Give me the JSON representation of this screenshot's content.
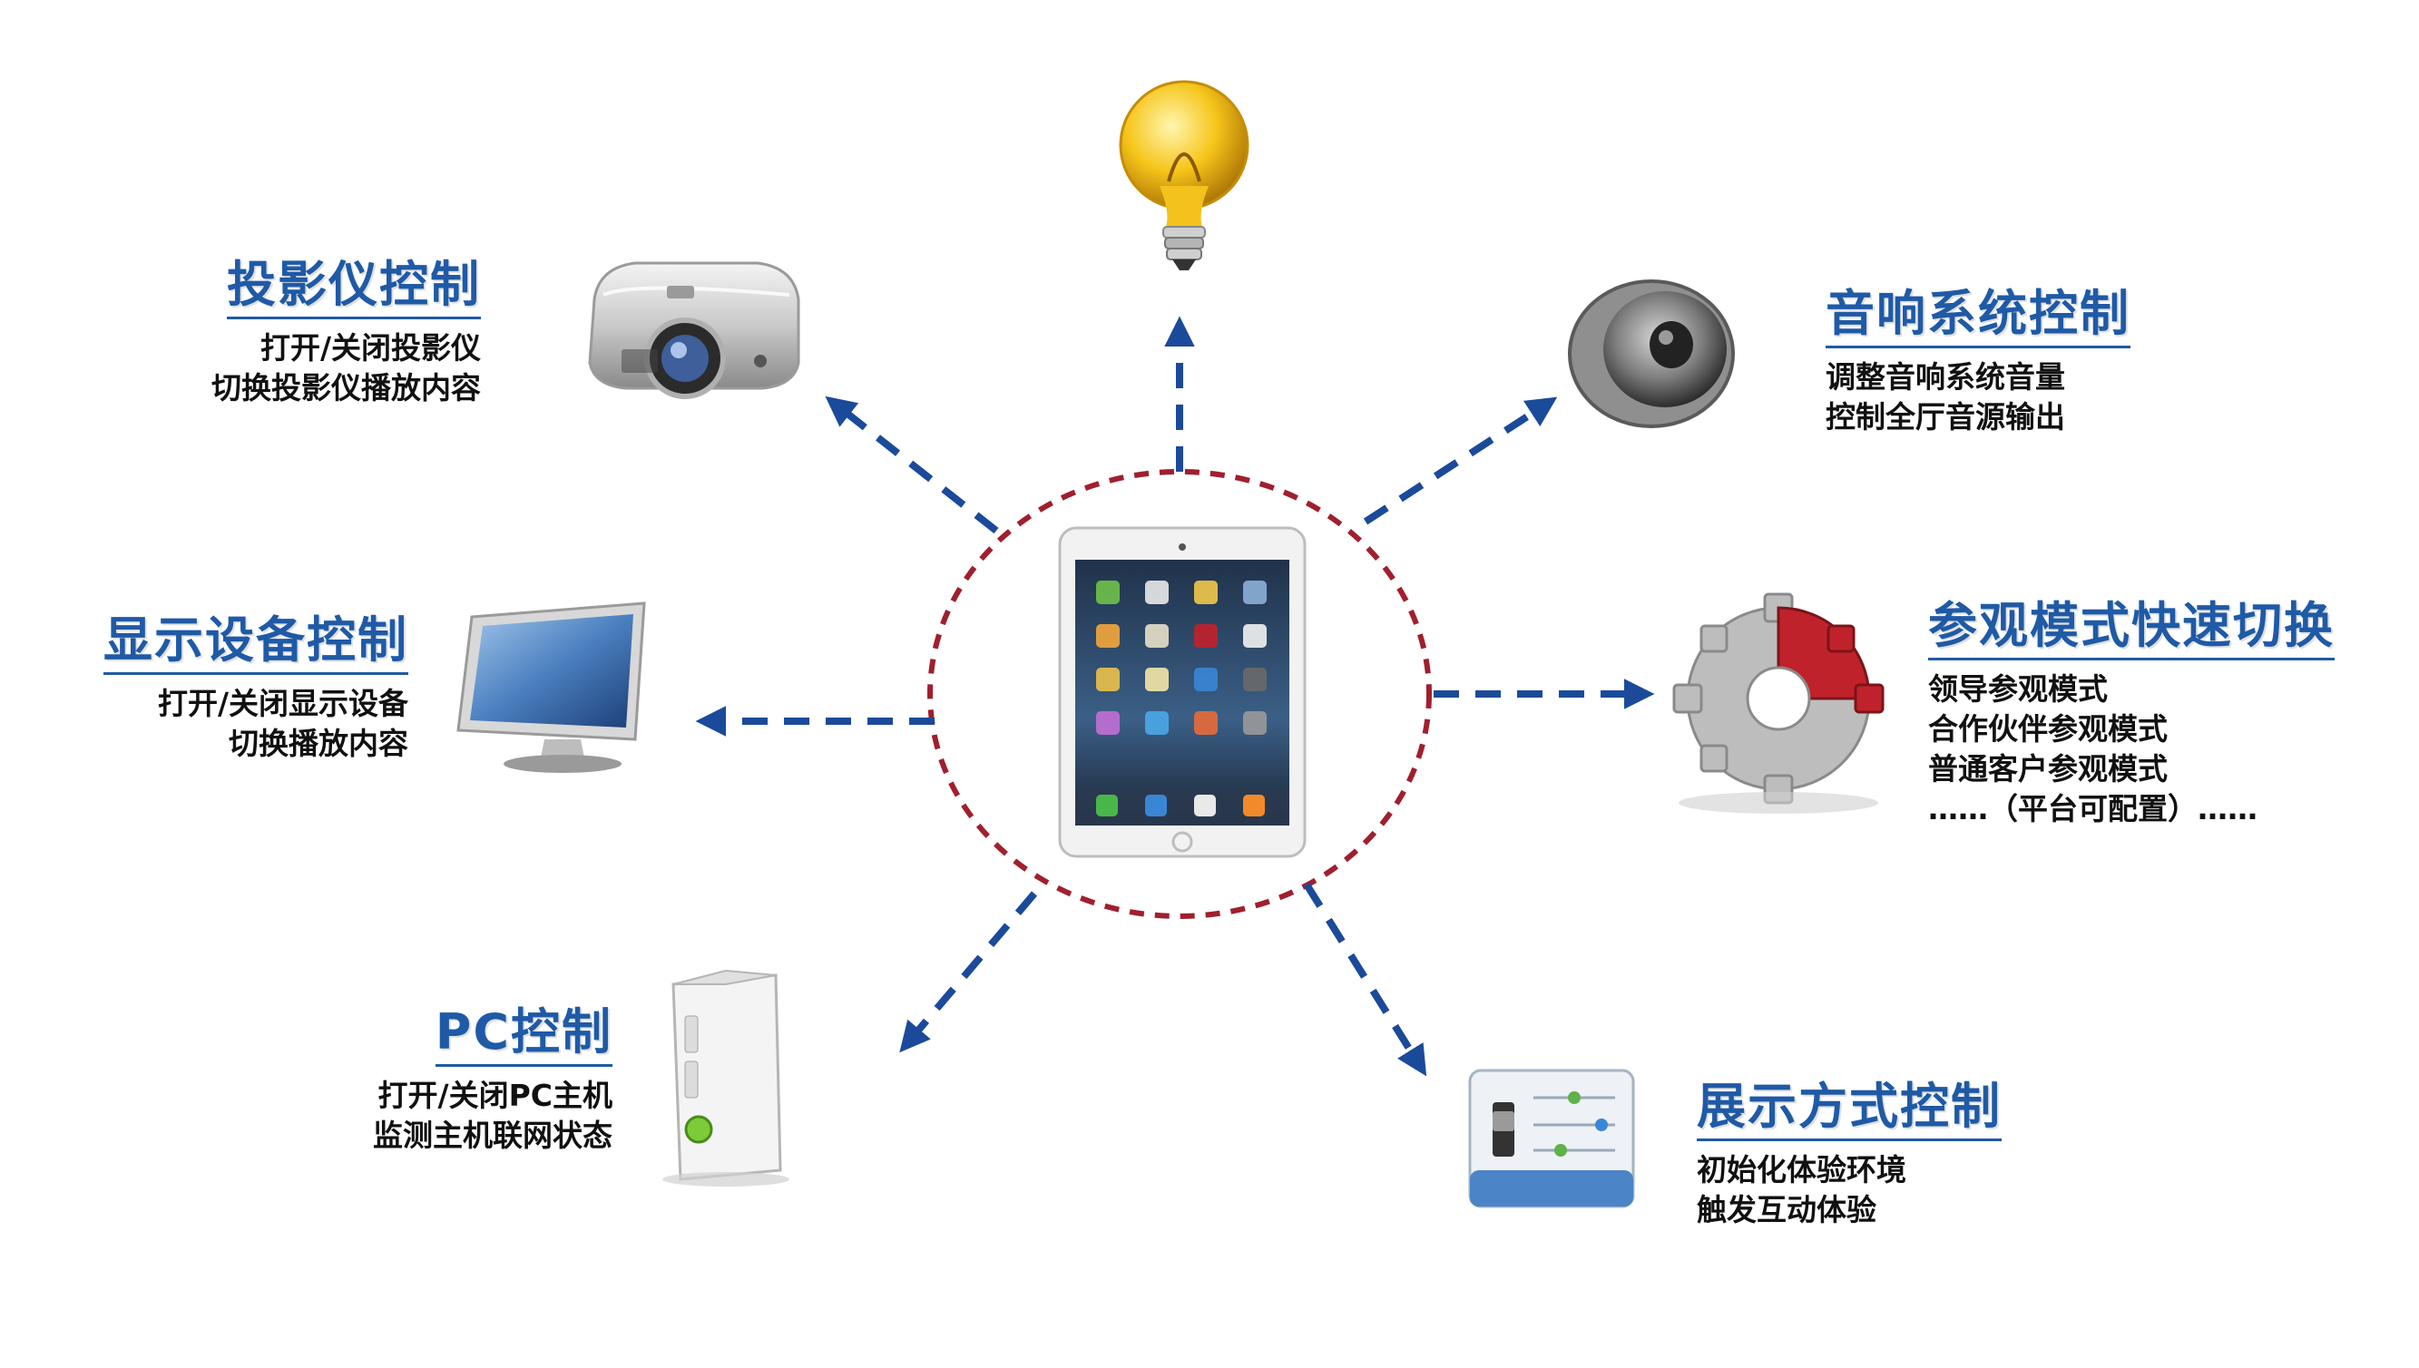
{
  "nodes": {
    "projector": {
      "title": "投影仪控制",
      "lines": [
        "打开/关闭投影仪",
        "切换投影仪播放内容"
      ]
    },
    "display": {
      "title": "显示设备控制",
      "lines": [
        "打开/关闭显示设备",
        "切换播放内容"
      ]
    },
    "pc": {
      "title": "PC控制",
      "lines": [
        "打开/关闭PC主机",
        "监测主机联网状态"
      ]
    },
    "audio": {
      "title": "音响系统控制",
      "lines": [
        "调整音响系统音量",
        "控制全厅音源输出"
      ]
    },
    "mode": {
      "title": "参观模式快速切换",
      "lines": [
        "领导参观模式",
        "合作伙伴参观模式",
        "普通客户参观模式",
        "……（平台可配置）……"
      ]
    },
    "show": {
      "title": "展示方式控制",
      "lines": [
        "初始化体验环境",
        "触发互动体验"
      ]
    }
  },
  "icons": {
    "center": "tablet-icon",
    "lighting": "light-bulb-icon",
    "projector": "projector-icon",
    "display": "monitor-icon",
    "pc": "pc-tower-icon",
    "audio": "speaker-icon",
    "mode": "puzzle-gear-icon",
    "show": "control-panel-icon"
  },
  "colors": {
    "title": "#1f5aa6",
    "arrow": "#1b4a9a",
    "circle": "#a01f2e",
    "text": "#111111"
  }
}
